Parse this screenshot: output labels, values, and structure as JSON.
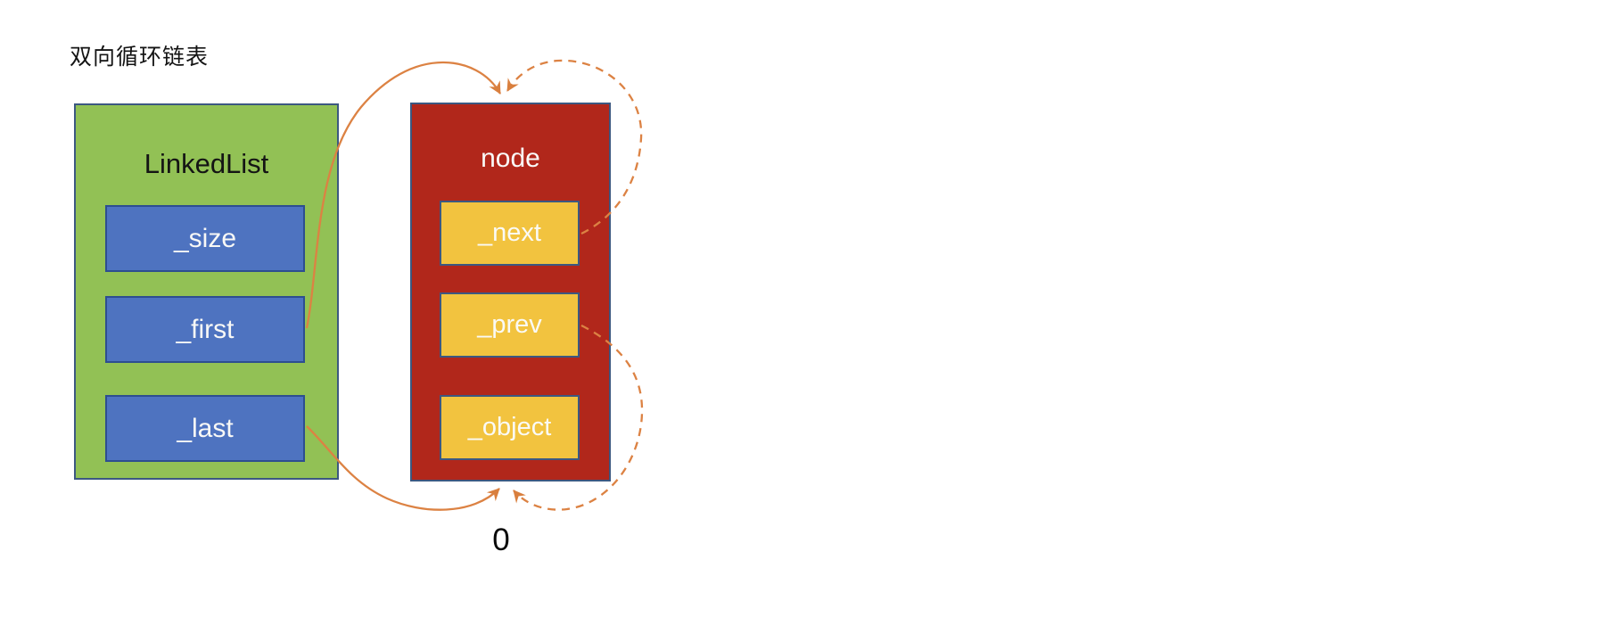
{
  "title": "双向循环链表",
  "linkedlist": {
    "label": "LinkedList",
    "fields": [
      "_size",
      "_first",
      "_last"
    ]
  },
  "node": {
    "label": "node",
    "fields": [
      "_next",
      "_prev",
      "_object"
    ],
    "index_label": "0"
  },
  "arrows": [
    {
      "from": "_first",
      "to": "node-top",
      "style": "solid"
    },
    {
      "from": "_last",
      "to": "node-bottom",
      "style": "solid"
    },
    {
      "from": "_next",
      "to": "node-top",
      "style": "dashed",
      "meaning": "circular self reference"
    },
    {
      "from": "_prev",
      "to": "node-bottom",
      "style": "dashed",
      "meaning": "circular self reference"
    }
  ],
  "colors": {
    "linkedlist_fill": "#92C155",
    "linkedlist_field_fill": "#4E73C0",
    "node_fill": "#B1271B",
    "node_field_fill": "#F2C33F",
    "box_border": "#3C5881",
    "arrow": "#DC8243",
    "light_text": "#FAFAF6",
    "dark_text": "#141414"
  }
}
